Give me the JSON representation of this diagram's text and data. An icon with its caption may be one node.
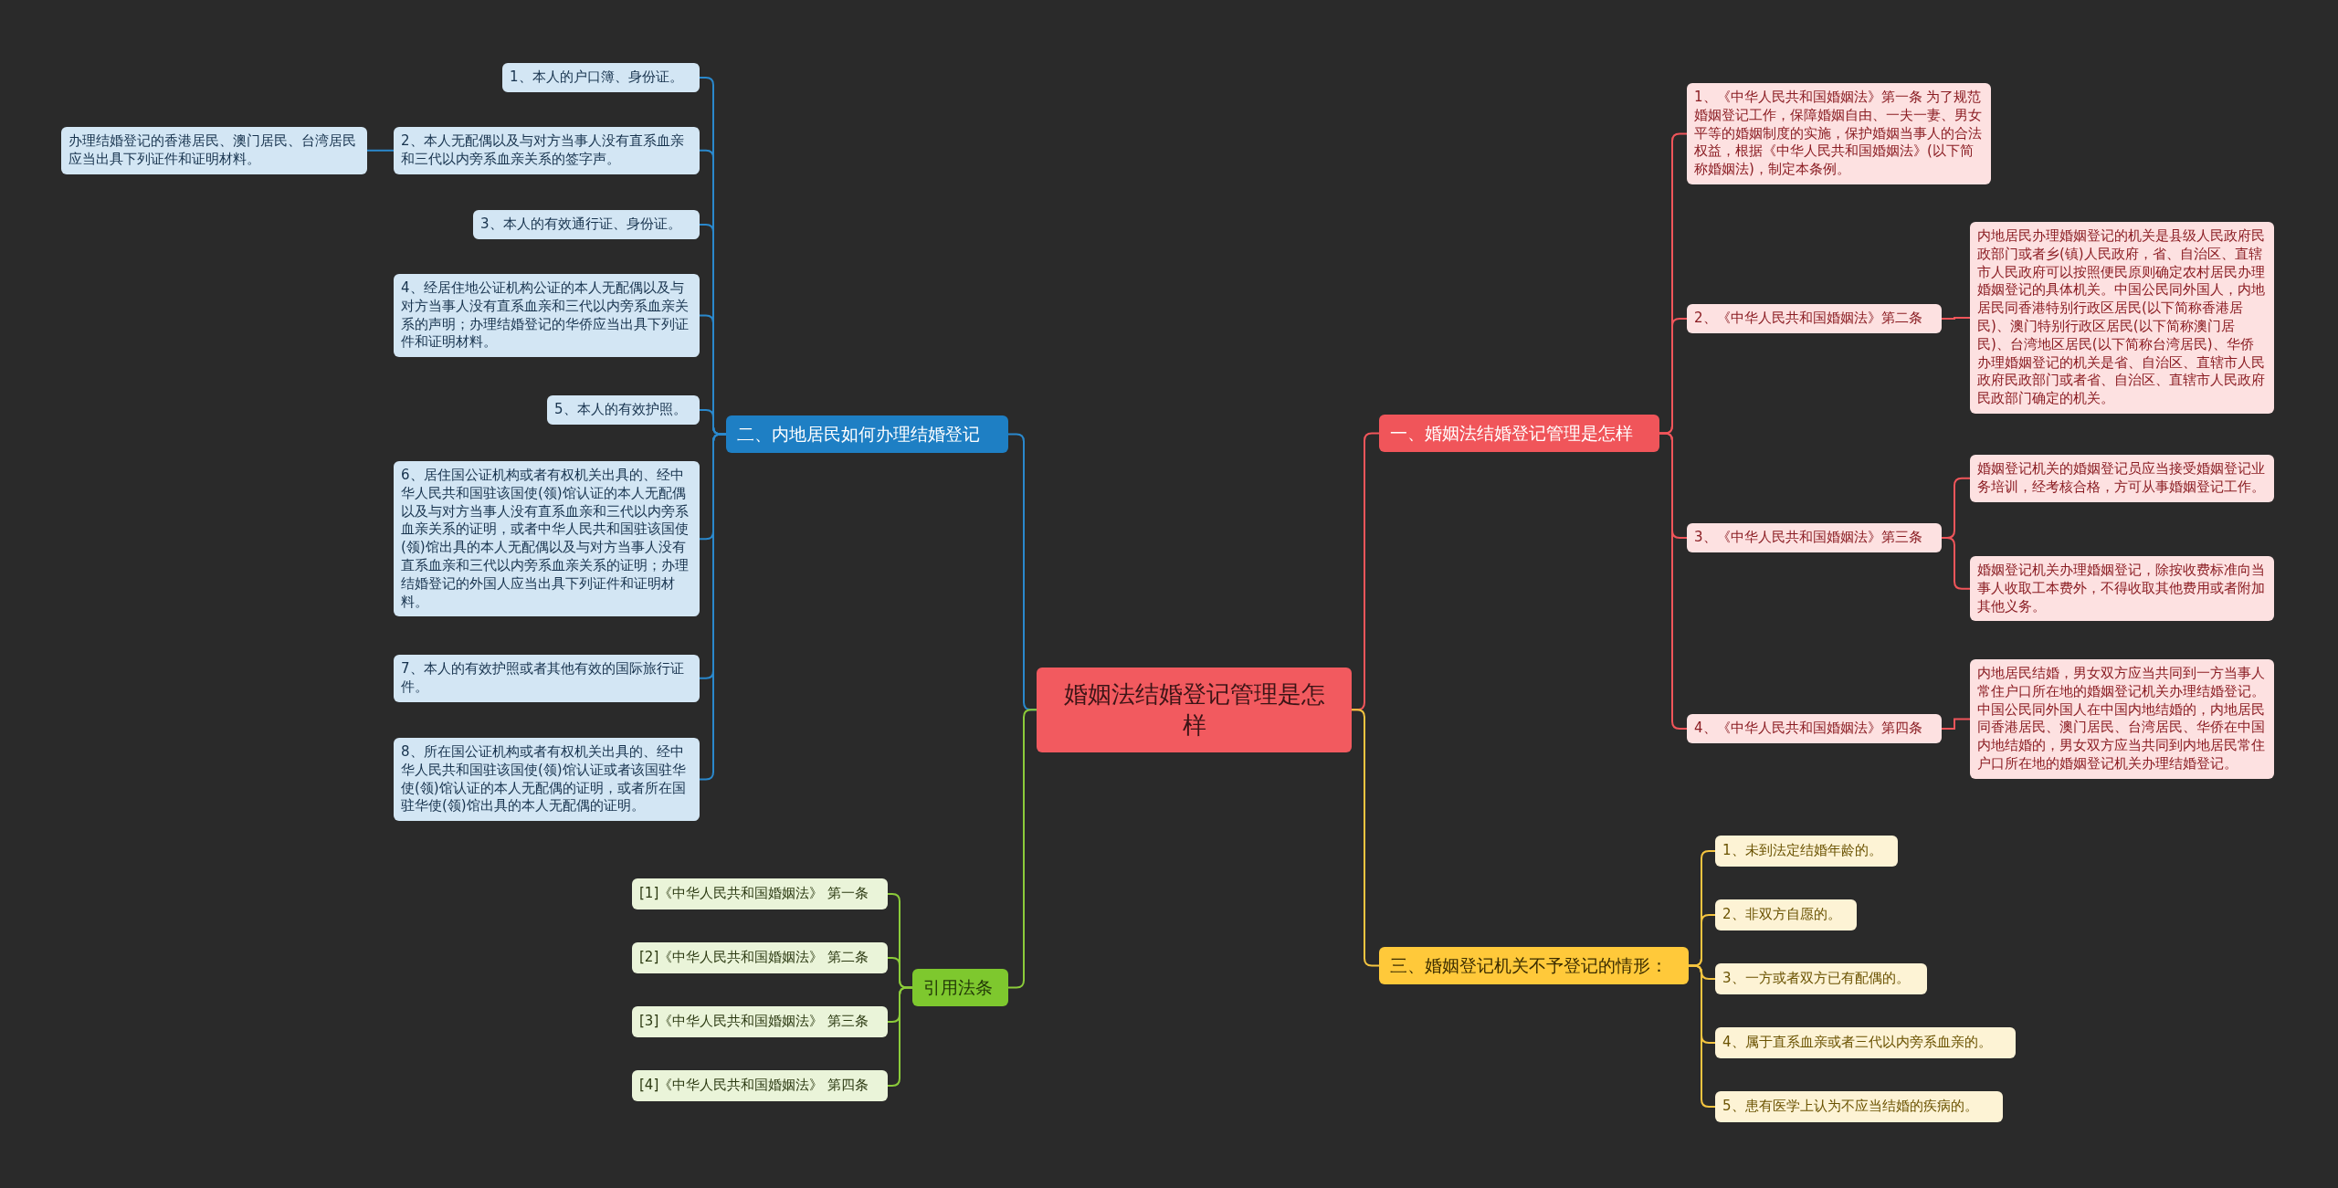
{
  "diagram": {
    "nodes": [
      {
        "text": [
          "婚姻法结婚登记管理是怎样"
        ]
      },
      {
        "text": [
          "一、婚姻法结婚登记管理是怎样"
        ]
      },
      {
        "text": [
          "1、《中华人民共和国婚姻法》第一条 为了规范婚姻登记工作，保障婚姻自由、一夫一妻、男女平等的婚姻制度的实施，保护婚姻当事人的合法权益，根据《中华人民共和国婚姻法》(以下简称婚姻法)，制定本条例。"
        ]
      },
      {
        "text": [
          "2、《中华人民共和国婚姻法》第二条"
        ]
      },
      {
        "text": [
          "内地居民办理婚姻登记的机关是县级人民政府民政部门或者乡(镇)人民政府，省、自治区、直辖市人民政府可以按照便民原则确定农村居民办理婚姻登记的具体机关。中国公民同外国人，内地居民同香港特别行政区居民(以下简称香港居民)、澳门特别行政区居民(以下简称澳门居民)、台湾地区居民(以下简称台湾居民)、华侨办理婚姻登记的机关是省、自治区、直辖市人民政府民政部门或者省、自治区、直辖市人民政府民政部门确定的机关。"
        ]
      },
      {
        "text": [
          "3、《中华人民共和国婚姻法》第三条"
        ]
      },
      {
        "text": [
          "婚姻登记机关的婚姻登记员应当接受婚姻登记业务培训，经考核合格，方可从事婚姻登记工作。"
        ]
      },
      {
        "text": [
          "婚姻登记机关办理婚姻登记，除按收费标准向当事人收取工本费外，不得收取其他费用或者附加其他义务。"
        ]
      },
      {
        "text": [
          "4、《中华人民共和国婚姻法》第四条"
        ]
      },
      {
        "text": [
          "内地居民结婚，男女双方应当共同到一方当事人常住户口所在地的婚姻登记机关办理结婚登记。中国公民同外国人在中国内地结婚的，内地居民同香港居民、澳门居民、台湾居民、华侨在中国内地结婚的，男女双方应当共同到内地居民常住户口所在地的婚姻登记机关办理结婚登记。"
        ]
      },
      {
        "text": [
          "二、内地居民如何办理结婚登记"
        ]
      },
      {
        "text": [
          "1、本人的户口簿、身份证。"
        ]
      },
      {
        "text": [
          "2、本人无配偶以及与对方当事人没有直系血亲和三代以内旁系血亲关系的签字声。"
        ]
      },
      {
        "text": [
          "办理结婚登记的香港居民、澳门居民、台湾居民应当出具下列证件和证明材料。"
        ]
      },
      {
        "text": [
          "3、本人的有效通行证、身份证。"
        ]
      },
      {
        "text": [
          "4、经居住地公证机构公证的本人无配偶以及与对方当事人没有直系血亲和三代以内旁系血亲关系的声明；办理结婚登记的华侨应当出具下列证件和证明材料。"
        ]
      },
      {
        "text": [
          "5、本人的有效护照。"
        ]
      },
      {
        "text": [
          "6、居住国公证机构或者有权机关出具的、经中华人民共和国驻该国使(领)馆认证的本人无配偶以及与对方当事人没有直系血亲和三代以内旁系血亲关系的证明，或者中华人民共和国驻该国使(领)馆出具的本人无配偶以及与对方当事人没有直系血亲和三代以内旁系血亲关系的证明；办理结婚登记的外国人应当出具下列证件和证明材料。"
        ]
      },
      {
        "text": [
          "7、本人的有效护照或者其他有效的国际旅行证件。"
        ]
      },
      {
        "text": [
          "8、所在国公证机构或者有权机关出具的、经中华人民共和国驻该国使(领)馆认证或者该国驻华使(领)馆认证的本人无配偶的证明，或者所在国驻华使(领)馆出具的本人无配偶的证明。"
        ]
      },
      {
        "text": [
          "引用法条"
        ]
      },
      {
        "text": [
          "[1]《中华人民共和国婚姻法》 第一条"
        ]
      },
      {
        "text": [
          "[2]《中华人民共和国婚姻法》 第二条"
        ]
      },
      {
        "text": [
          "[3]《中华人民共和国婚姻法》 第三条"
        ]
      },
      {
        "text": [
          "[4]《中华人民共和国婚姻法》 第四条"
        ]
      },
      {
        "text": [
          "三、婚姻登记机关不予登记的情形："
        ]
      },
      {
        "text": [
          "1、未到法定结婚年龄的。"
        ]
      },
      {
        "text": [
          "2、非双方自愿的。"
        ]
      },
      {
        "text": [
          "3、一方或者双方已有配偶的。"
        ]
      },
      {
        "text": [
          "4、属于直系血亲或者三代以内旁系血亲的。"
        ]
      },
      {
        "text": [
          "5、患有医学上认为不应当结婚的疾病的。"
        ]
      }
    ],
    "edges": [
      {
        "from": 0,
        "to": 1,
        "arrow": "none",
        "color": "#f0555a"
      },
      {
        "from": 1,
        "to": 2,
        "arrow": "none",
        "color": "#f0555a"
      },
      {
        "from": 1,
        "to": 3,
        "arrow": "none",
        "color": "#f0555a"
      },
      {
        "from": 3,
        "to": 4,
        "arrow": "none",
        "color": "#f0555a"
      },
      {
        "from": 1,
        "to": 5,
        "arrow": "none",
        "color": "#f0555a"
      },
      {
        "from": 5,
        "to": 6,
        "arrow": "none",
        "color": "#f0555a"
      },
      {
        "from": 5,
        "to": 7,
        "arrow": "none",
        "color": "#f0555a"
      },
      {
        "from": 1,
        "to": 8,
        "arrow": "none",
        "color": "#f0555a"
      },
      {
        "from": 8,
        "to": 9,
        "arrow": "none",
        "color": "#f0555a"
      },
      {
        "from": 0,
        "to": 10,
        "arrow": "none",
        "color": "#2a88cc"
      },
      {
        "from": 10,
        "to": 11,
        "arrow": "none",
        "color": "#2a88cc"
      },
      {
        "from": 10,
        "to": 12,
        "arrow": "none",
        "color": "#2a88cc"
      },
      {
        "from": 12,
        "to": 13,
        "arrow": "none",
        "color": "#2a88cc"
      },
      {
        "from": 10,
        "to": 14,
        "arrow": "none",
        "color": "#2a88cc"
      },
      {
        "from": 10,
        "to": 15,
        "arrow": "none",
        "color": "#2a88cc"
      },
      {
        "from": 10,
        "to": 16,
        "arrow": "none",
        "color": "#2a88cc"
      },
      {
        "from": 10,
        "to": 17,
        "arrow": "none",
        "color": "#2a88cc"
      },
      {
        "from": 10,
        "to": 18,
        "arrow": "none",
        "color": "#2a88cc"
      },
      {
        "from": 10,
        "to": 19,
        "arrow": "none",
        "color": "#2a88cc"
      },
      {
        "from": 0,
        "to": 20,
        "arrow": "none",
        "color": "#8bcb3a"
      },
      {
        "from": 20,
        "to": 21,
        "arrow": "none",
        "color": "#8bcb3a"
      },
      {
        "from": 20,
        "to": 22,
        "arrow": "none",
        "color": "#8bcb3a"
      },
      {
        "from": 20,
        "to": 23,
        "arrow": "none",
        "color": "#8bcb3a"
      },
      {
        "from": 20,
        "to": 24,
        "arrow": "none",
        "color": "#8bcb3a"
      },
      {
        "from": 0,
        "to": 25,
        "arrow": "none",
        "color": "#f5c540"
      },
      {
        "from": 25,
        "to": 26,
        "arrow": "none",
        "color": "#f5c540"
      },
      {
        "from": 25,
        "to": 27,
        "arrow": "none",
        "color": "#f5c540"
      },
      {
        "from": 25,
        "to": 28,
        "arrow": "none",
        "color": "#f5c540"
      },
      {
        "from": 25,
        "to": 29,
        "arrow": "none",
        "color": "#f5c540"
      },
      {
        "from": 25,
        "to": 30,
        "arrow": "none",
        "color": "#f5c540"
      }
    ]
  }
}
